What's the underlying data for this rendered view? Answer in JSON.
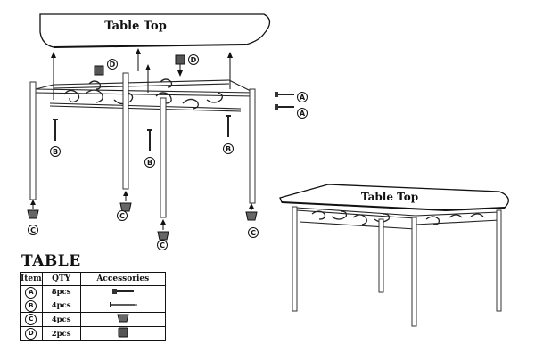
{
  "diagram": {
    "top_label_upper": "Table Top",
    "top_label_lower": "Table Top",
    "callouts": {
      "a": "A",
      "b": "B",
      "c": "C",
      "d": "D"
    }
  },
  "legend": {
    "title": "TABLE",
    "headers": {
      "item": "Item",
      "qty": "QTY",
      "accessories": "Accessories"
    },
    "rows": [
      {
        "item": "A",
        "qty": "8pcs",
        "icon": "bolt-icon"
      },
      {
        "item": "B",
        "qty": "4pcs",
        "icon": "screw-icon"
      },
      {
        "item": "C",
        "qty": "4pcs",
        "icon": "foot-cap-icon"
      },
      {
        "item": "D",
        "qty": "2pcs",
        "icon": "nut-cap-icon"
      }
    ]
  }
}
